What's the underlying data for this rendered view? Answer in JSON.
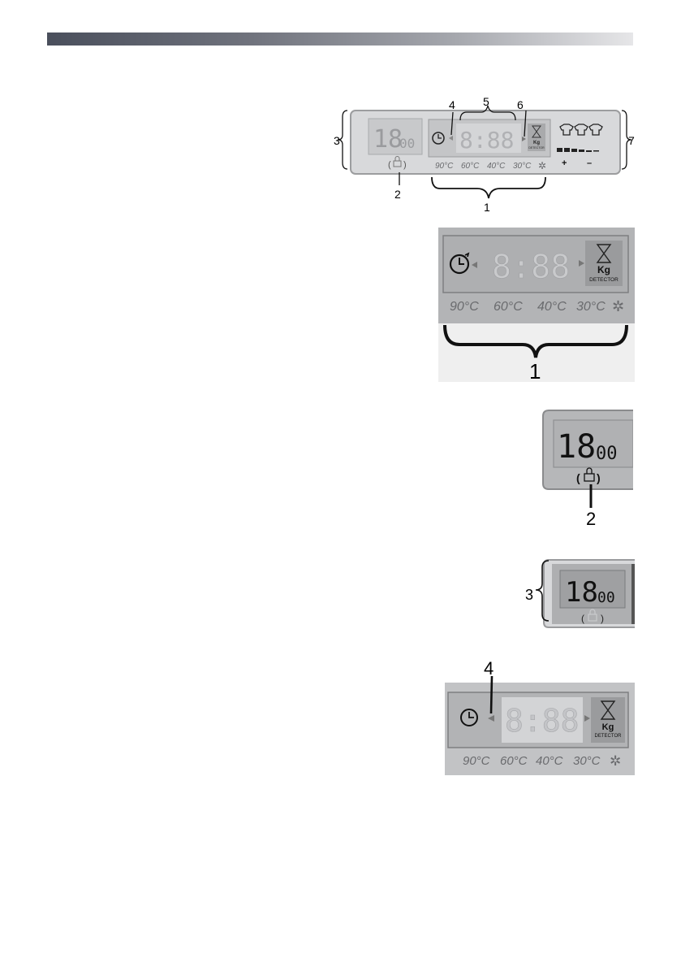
{
  "display": {
    "spin_speed_major": "18",
    "spin_speed_minor": "00",
    "lock_open": "(",
    "lock_close": ")",
    "time_digits": "8:88",
    "kg_label": "Kg",
    "detector_label": "DETECTOR",
    "temperatures": [
      "90°C",
      "60°C",
      "40°C",
      "30°C"
    ],
    "cold_symbol": "✲",
    "soil_plus": "+",
    "soil_minus": "–"
  },
  "callouts": {
    "n1": "1",
    "n2": "2",
    "n3": "3",
    "n4": "4",
    "n5": "5",
    "n6": "6",
    "n7": "7"
  },
  "icons": [
    "timer-delay-icon",
    "arrow-left-icon",
    "hourglass-icon",
    "lock-icon",
    "snowflake-icon",
    "shirt-icon",
    "level-bars-icon"
  ],
  "colors": {
    "panel_bg": "#b7b8ba",
    "panel_border": "#8a8b8d",
    "segment_dim": "#d4d5d7",
    "segment_on": "#2a2a2a",
    "text_dim": "#6a6b6e"
  }
}
